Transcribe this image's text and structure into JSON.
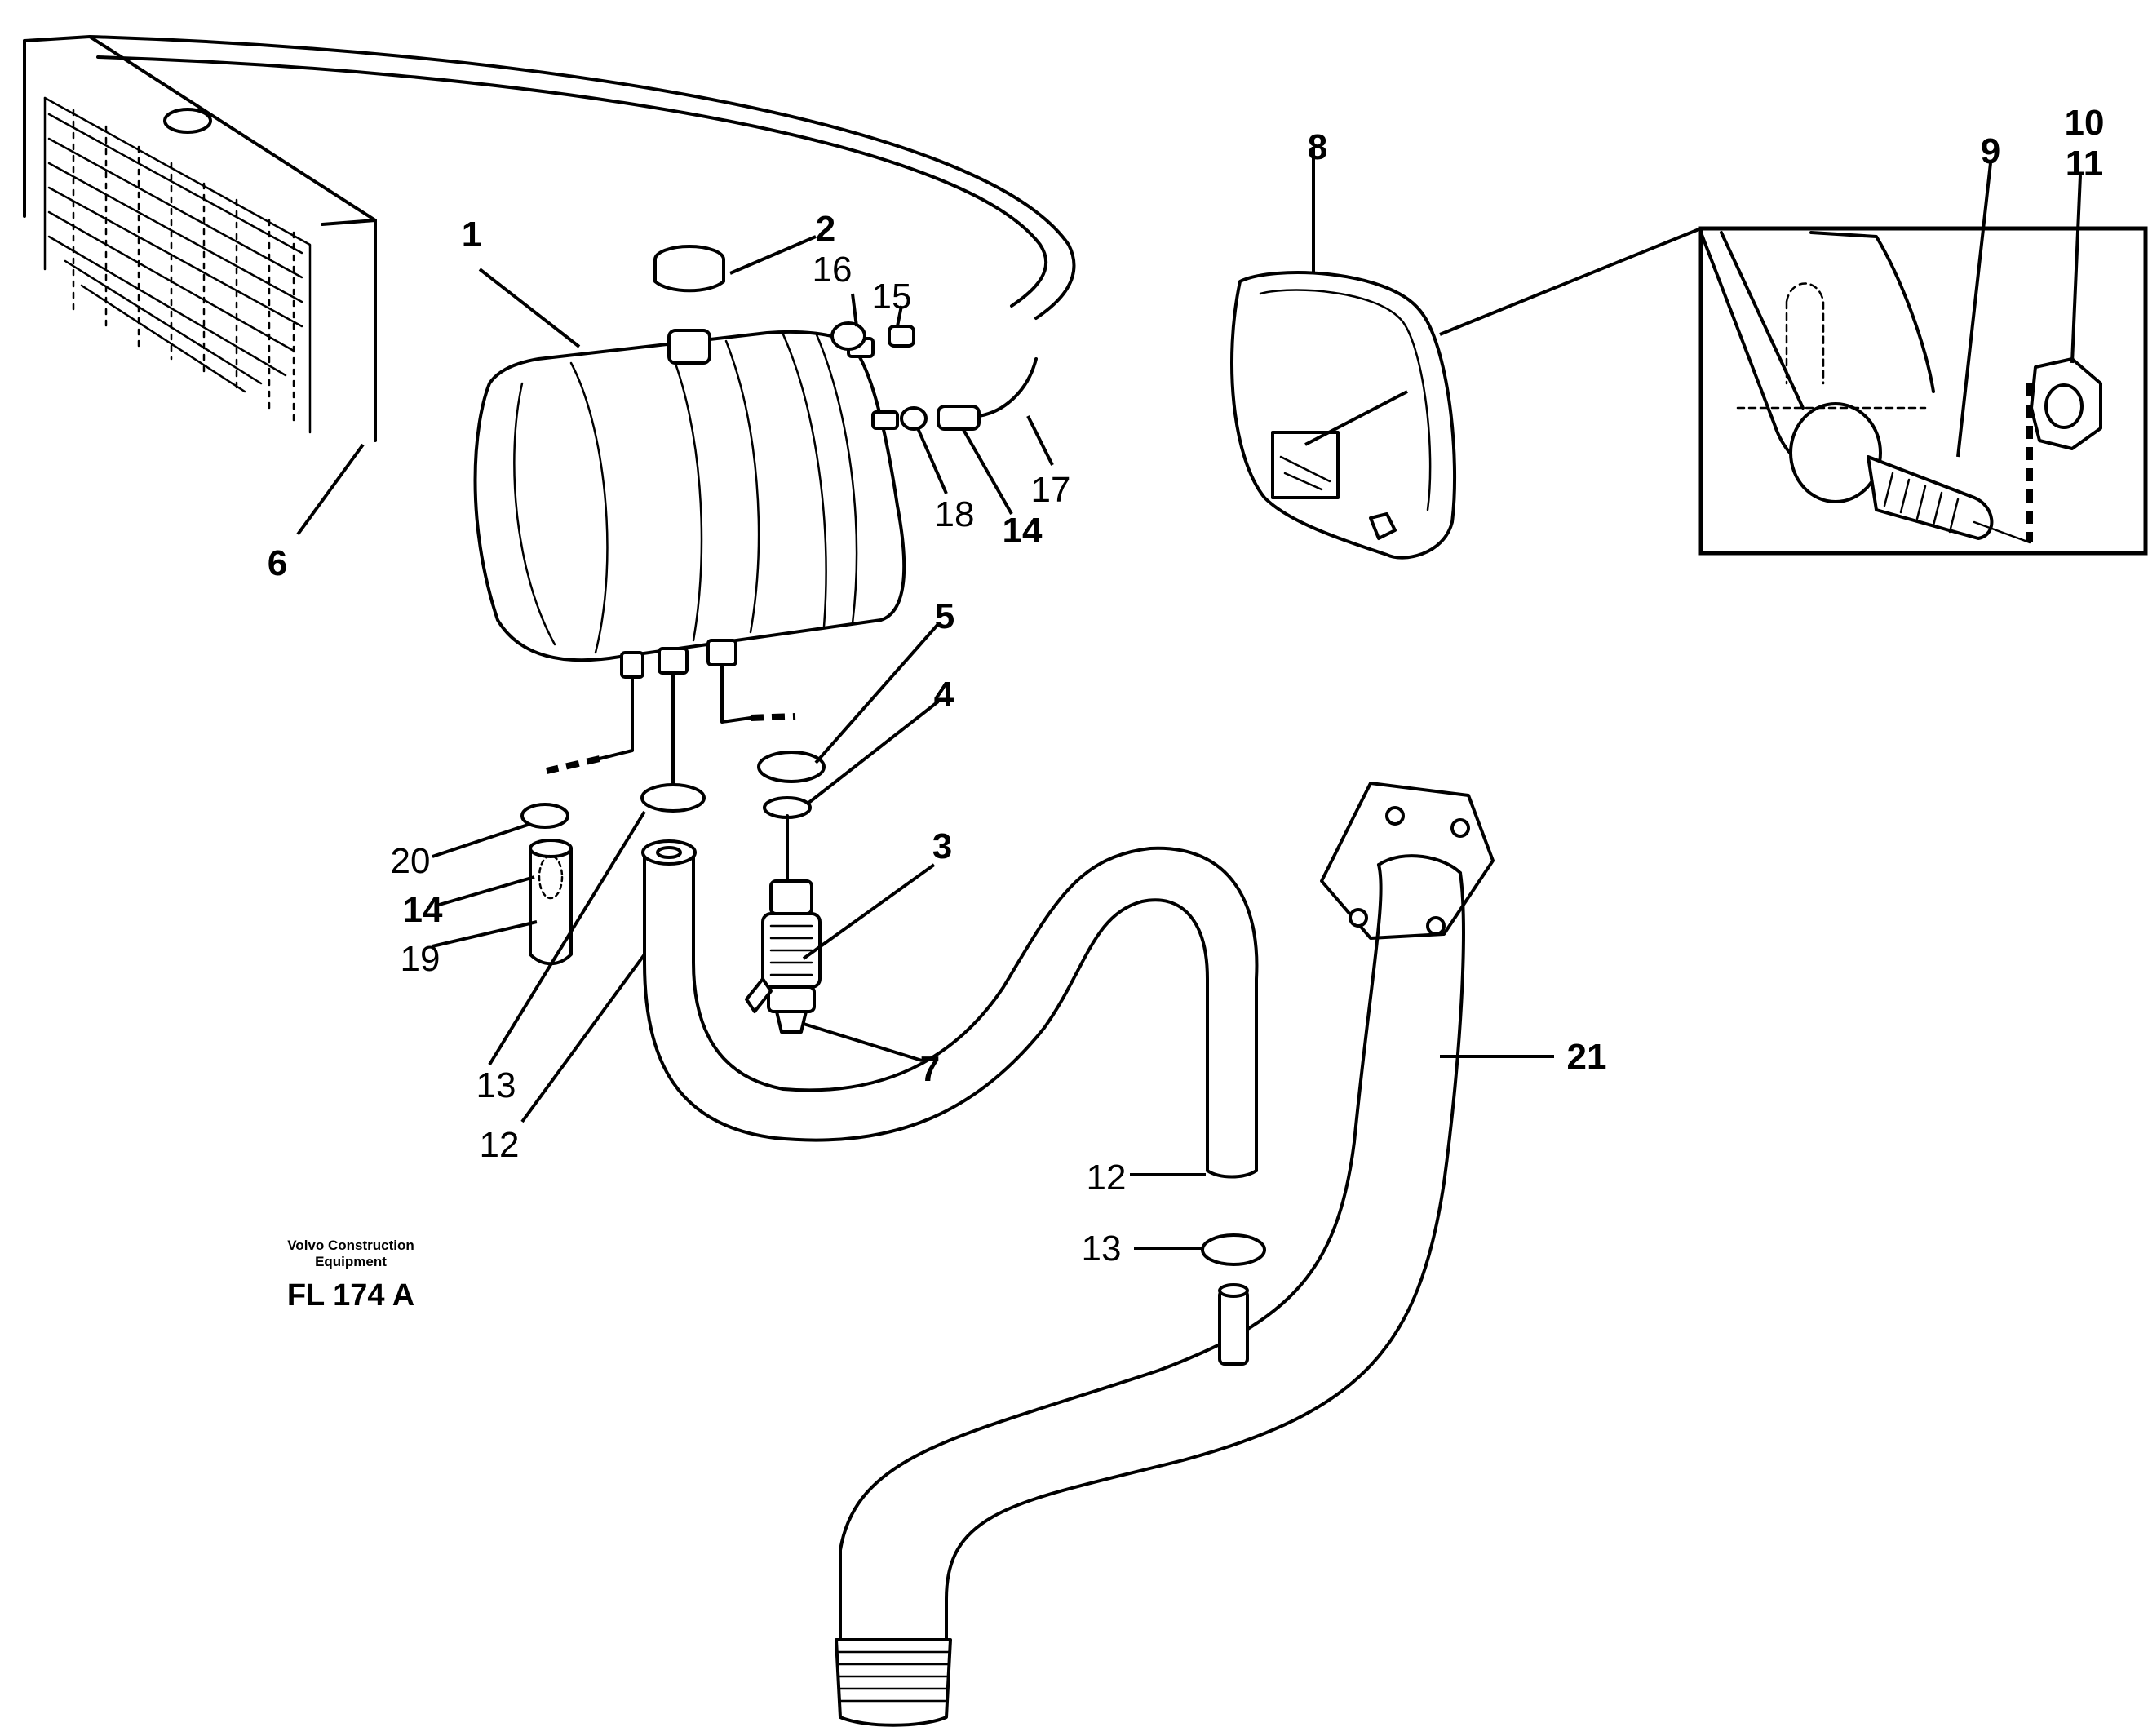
{
  "diagram": {
    "callouts": [
      {
        "id": "1",
        "text": "1",
        "bold": true
      },
      {
        "id": "2",
        "text": "2",
        "bold": true
      },
      {
        "id": "3",
        "text": "3",
        "bold": true
      },
      {
        "id": "4",
        "text": "4",
        "bold": true
      },
      {
        "id": "5",
        "text": "5",
        "bold": true
      },
      {
        "id": "6",
        "text": "6",
        "bold": true
      },
      {
        "id": "7",
        "text": "7",
        "bold": true
      },
      {
        "id": "8",
        "text": "8",
        "bold": true
      },
      {
        "id": "9",
        "text": "9",
        "bold": true
      },
      {
        "id": "10",
        "text": "10",
        "bold": true
      },
      {
        "id": "11",
        "text": "11",
        "bold": true
      },
      {
        "id": "12a",
        "text": "12",
        "bold": false
      },
      {
        "id": "12b",
        "text": "12",
        "bold": false
      },
      {
        "id": "13a",
        "text": "13",
        "bold": false
      },
      {
        "id": "13b",
        "text": "13",
        "bold": false
      },
      {
        "id": "14a",
        "text": "14",
        "bold": true
      },
      {
        "id": "14b",
        "text": "14",
        "bold": true
      },
      {
        "id": "15",
        "text": "15",
        "bold": false
      },
      {
        "id": "16",
        "text": "16",
        "bold": false
      },
      {
        "id": "17",
        "text": "17",
        "bold": false
      },
      {
        "id": "18",
        "text": "18",
        "bold": false
      },
      {
        "id": "19",
        "text": "19",
        "bold": false
      },
      {
        "id": "20",
        "text": "20",
        "bold": false
      },
      {
        "id": "21",
        "text": "21",
        "bold": true
      }
    ],
    "footer": {
      "line1": "Volvo Construction",
      "line2": "Equipment",
      "code": "FL 174 A"
    }
  }
}
